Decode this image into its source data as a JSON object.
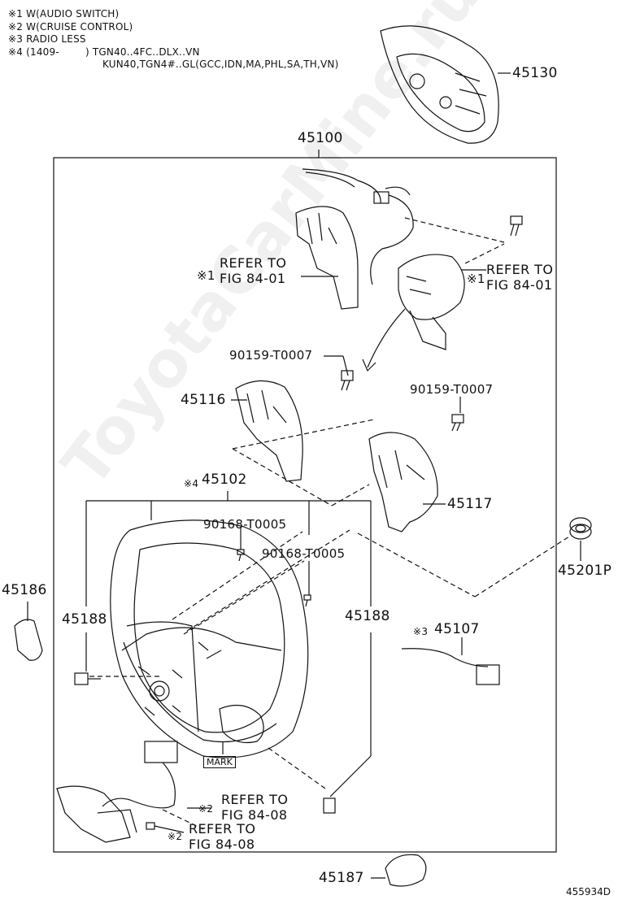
{
  "notes": {
    "n1": "※1 W(AUDIO SWITCH)",
    "n2": "※2 W(CRUISE CONTROL)",
    "n3": "※3 RADIO LESS",
    "n4": "※4 (1409-        ) TGN40..4FC..DLX..VN",
    "n4b": "KUN40,TGN4#..GL(GCC,IDN,MA,PHL,SA,TH,VN)"
  },
  "parts": {
    "p45130": "45130",
    "p45100": "45100",
    "ref1_left_mark": "※1",
    "ref1_left": "REFER TO\nFIG 84-01",
    "ref1_right_mark": "※1",
    "ref1_right": "REFER TO\nFIG 84-01",
    "p90159a": "90159-T0007",
    "p45116": "45116",
    "p90159b": "90159-T0007",
    "p45102_mark": "※4",
    "p45102": "45102",
    "p45117": "45117",
    "p90168a": "90168-T0005",
    "p90168b": "90168-T0005",
    "p45186": "45186",
    "p45188a": "45188",
    "p45188b": "45188",
    "p45201p": "45201P",
    "p45107_mark": "※3",
    "p45107": "45107",
    "mark_box": "MARK",
    "ref2a_mark": "※2",
    "ref2a": "REFER TO\nFIG 84-08",
    "ref2b_mark": "※2",
    "ref2b": "REFER TO\nFIG 84-08",
    "p45187": "45187",
    "drawing_no": "455934D"
  },
  "watermark": "ToyotaCarMine.ru"
}
